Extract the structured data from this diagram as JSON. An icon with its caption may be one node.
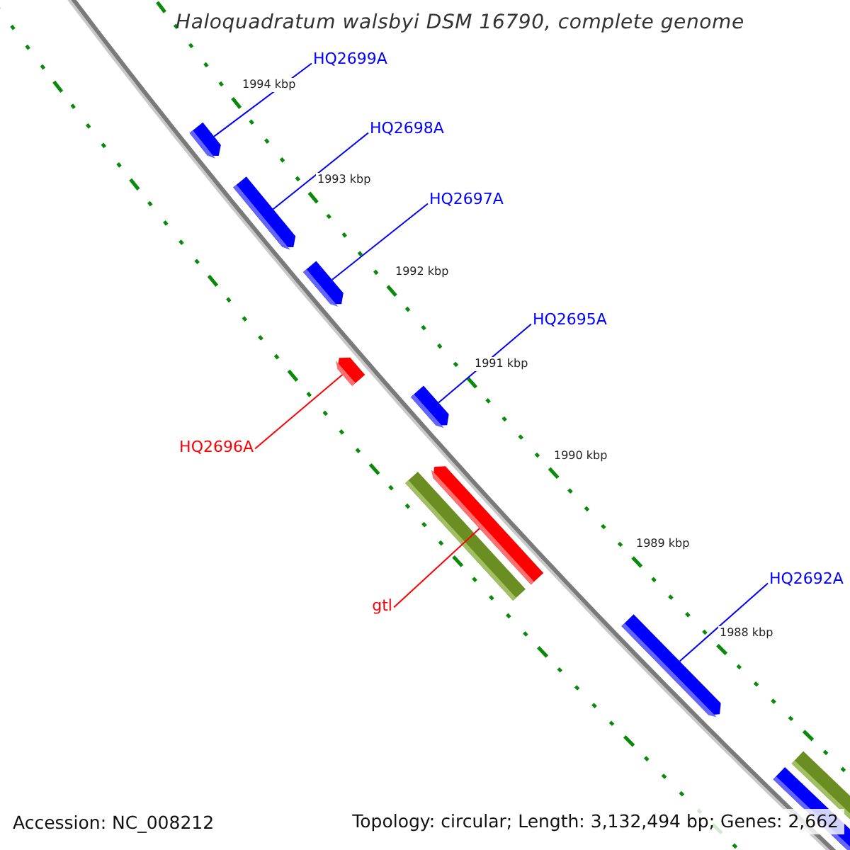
{
  "diagram": {
    "title": "Haloquadratum walsbyi DSM 16790, complete genome",
    "nodes": [
      {
        "text": [
          "HQ2699A"
        ]
      },
      {
        "text": [
          "HQ2698A"
        ]
      },
      {
        "text": [
          "HQ2697A"
        ]
      },
      {
        "text": [
          "HQ2695A"
        ]
      },
      {
        "text": [
          "HQ2696A"
        ]
      },
      {
        "text": [
          "HQ2692A"
        ]
      },
      {
        "text": [
          "gtl"
        ]
      },
      {
        "text": [],
        "shape": "pentagon"
      },
      {
        "text": [],
        "shape": "pentagon"
      },
      {
        "text": [],
        "shape": "pentagon"
      },
      {
        "text": [],
        "shape": "pentagon"
      },
      {
        "text": [],
        "shape": "pentagon"
      },
      {
        "text": [],
        "shape": "pentagon"
      },
      {
        "text": [],
        "shape": "bar"
      },
      {
        "text": [],
        "shape": "pentagon"
      },
      {
        "text": [],
        "shape": "bar"
      },
      {
        "text": [],
        "shape": "pentagon"
      }
    ],
    "edges": [
      {
        "from": 0,
        "to": 7,
        "arrow": "none"
      },
      {
        "from": 1,
        "to": 8,
        "arrow": "none"
      },
      {
        "from": 2,
        "to": 9,
        "arrow": "none"
      },
      {
        "from": 3,
        "to": 11,
        "arrow": "none"
      },
      {
        "from": 4,
        "to": 10,
        "arrow": "none",
        "color": "#ff0000"
      },
      {
        "from": 5,
        "to": 14,
        "arrow": "none"
      },
      {
        "from": 6,
        "to": 12,
        "arrow": "none",
        "color": "#ff0000"
      }
    ],
    "labels": [
      "1994 kbp",
      "1993 kbp",
      "1992 kbp",
      "1991 kbp",
      "1990 kbp",
      "1989 kbp",
      "1988 kbp",
      "Accession: NC_008212",
      "Topology: circular; Length: 3,132,494 bp; Genes: 2,662"
    ]
  }
}
